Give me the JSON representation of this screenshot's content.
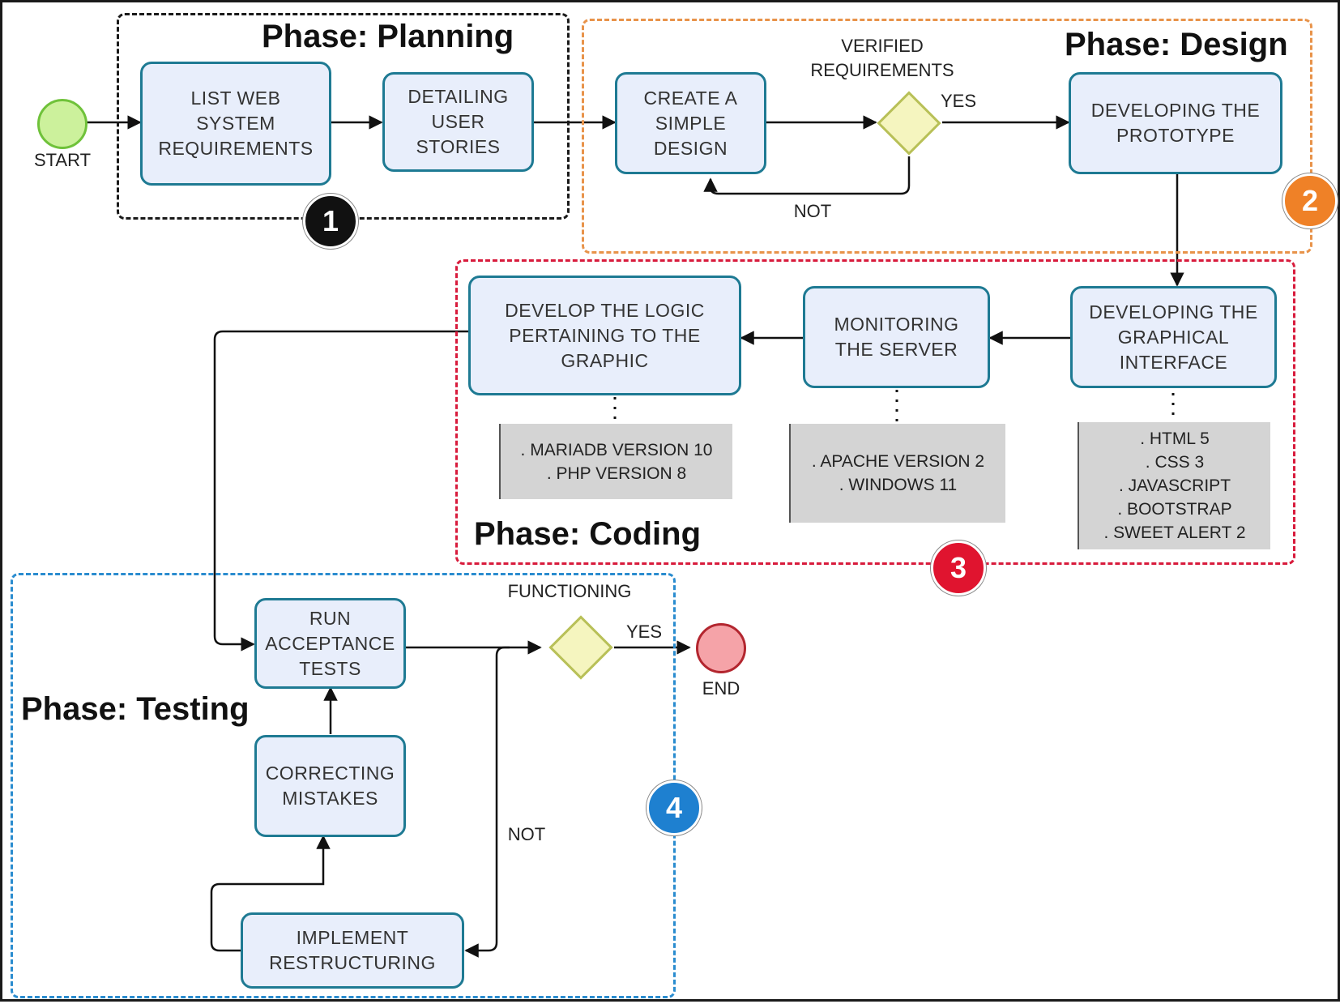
{
  "colors": {
    "task_fill": "#e8eefb",
    "task_border": "#1e7a93",
    "planning": "#1a1a1a",
    "design": "#e8934a",
    "coding": "#d81b3c",
    "testing": "#2a8ccf",
    "start_fill": "#ccf19c",
    "end_fill": "#f5a3a8",
    "gateway_fill": "#f5f5bf",
    "note_fill": "#d4d4d4"
  },
  "phases": {
    "planning": {
      "title": "Phase: Planning",
      "badge": "1"
    },
    "design": {
      "title": "Phase: Design",
      "badge": "2"
    },
    "coding": {
      "title": "Phase: Coding",
      "badge": "3"
    },
    "testing": {
      "title": "Phase: Testing",
      "badge": "4"
    }
  },
  "events": {
    "start": "START",
    "end": "END"
  },
  "tasks": {
    "list_requirements": "LIST WEB\nSYSTEM\nREQUIREMENTS",
    "detailing_stories": "DETAILING\nUSER\nSTORIES",
    "simple_design": "CREATE A\nSIMPLE\nDESIGN",
    "prototype": "DEVELOPING THE\nPROTOTYPE",
    "graphical_interface": "DEVELOPING THE\nGRAPHICAL\nINTERFACE",
    "monitoring_server": "MONITORING\nTHE SERVER",
    "develop_logic": "DEVELOP THE LOGIC\nPERTAINING TO THE\nGRAPHIC",
    "run_tests": "RUN\nACCEPTANCE\nTESTS",
    "correcting_mistakes": "CORRECTING\nMISTAKES",
    "implement_restructuring": "IMPLEMENT\nRESTRUCTURING"
  },
  "gateways": {
    "verified": {
      "label": "VERIFIED\nREQUIREMENTS",
      "yes": "YES",
      "no": "NOT"
    },
    "functioning": {
      "label": "FUNCTIONING",
      "yes": "YES",
      "no": "NOT"
    }
  },
  "notes": {
    "logic": ". MARIADB VERSION 10\n. PHP VERSION 8",
    "server": ". APACHE VERSION 2\n. WINDOWS 11",
    "interface": ". HTML 5\n. CSS 3\n. JAVASCRIPT\n. BOOTSTRAP\n. SWEET ALERT 2"
  }
}
